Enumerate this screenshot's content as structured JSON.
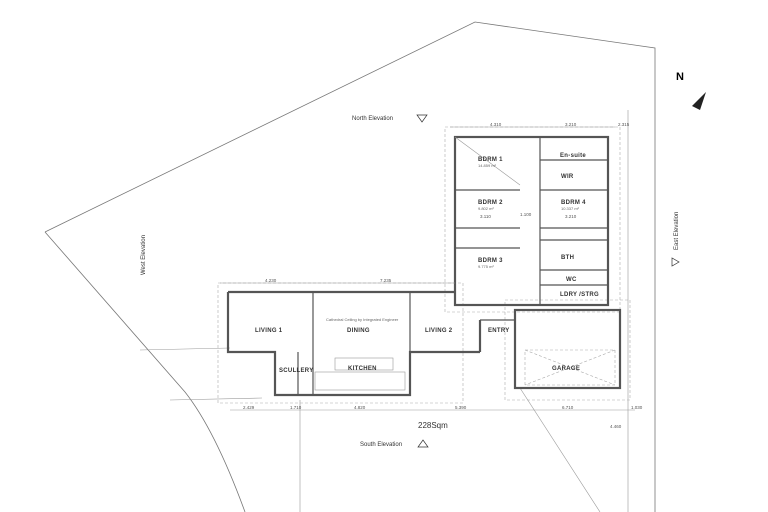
{
  "plan": {
    "area": "228Sqm",
    "elevations": {
      "north": "North Elevation",
      "south": "South Elevation",
      "east": "East Elevation",
      "west": "West Elevation"
    },
    "north_arrow": "N",
    "rooms": {
      "bdrm1": "BDRM 1",
      "bdrm1_area": "14.859 m²",
      "bdrm2": "BDRM 2",
      "bdrm2_area": "9.802 m²",
      "bdrm3": "BDRM 3",
      "bdrm3_area": "9.775 m²",
      "bdrm4": "BDRM 4",
      "bdrm4_area": "10.337 m²",
      "ensuite": "En-suite",
      "wir": "WIR",
      "bth": "BTH",
      "wc": "WC",
      "lndry": "LDRY /STRG",
      "living1": "LIVING 1",
      "dining": "DINING",
      "living2": "LIVING 2",
      "entry": "ENTRY",
      "scullery": "SCULLERY",
      "kitchen": "KITCHEN",
      "garage": "GARAGE"
    },
    "ceiling_note": "Cathedral Ceiling by Integrated Engineer",
    "dimensions": {
      "top_wing": [
        "4.310",
        "3.210",
        "2.315"
      ],
      "main_top": [
        "4.230",
        "7.235"
      ],
      "bottom": [
        "2.429",
        "1.710",
        "4.820",
        "5.390",
        "6.710",
        "1.030"
      ],
      "hall": "1.100",
      "bdrm_widths": [
        "3.110",
        "3.210"
      ],
      "right_dim": "4.460"
    }
  }
}
